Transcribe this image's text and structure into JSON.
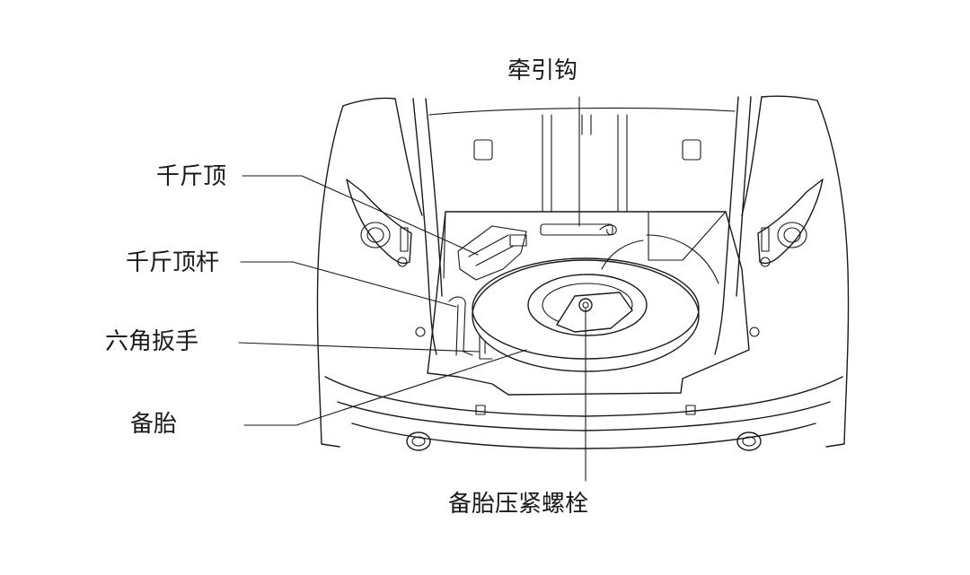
{
  "labels": {
    "tow_hook": "牵引钩",
    "jack": "千斤顶",
    "jack_handle": "千斤顶杆",
    "hex_wrench": "六角扳手",
    "spare_tire": "备胎",
    "spare_tire_bolt": "备胎压紧螺栓"
  },
  "colors": {
    "line": "#1a1a1a",
    "background": "#ffffff"
  }
}
